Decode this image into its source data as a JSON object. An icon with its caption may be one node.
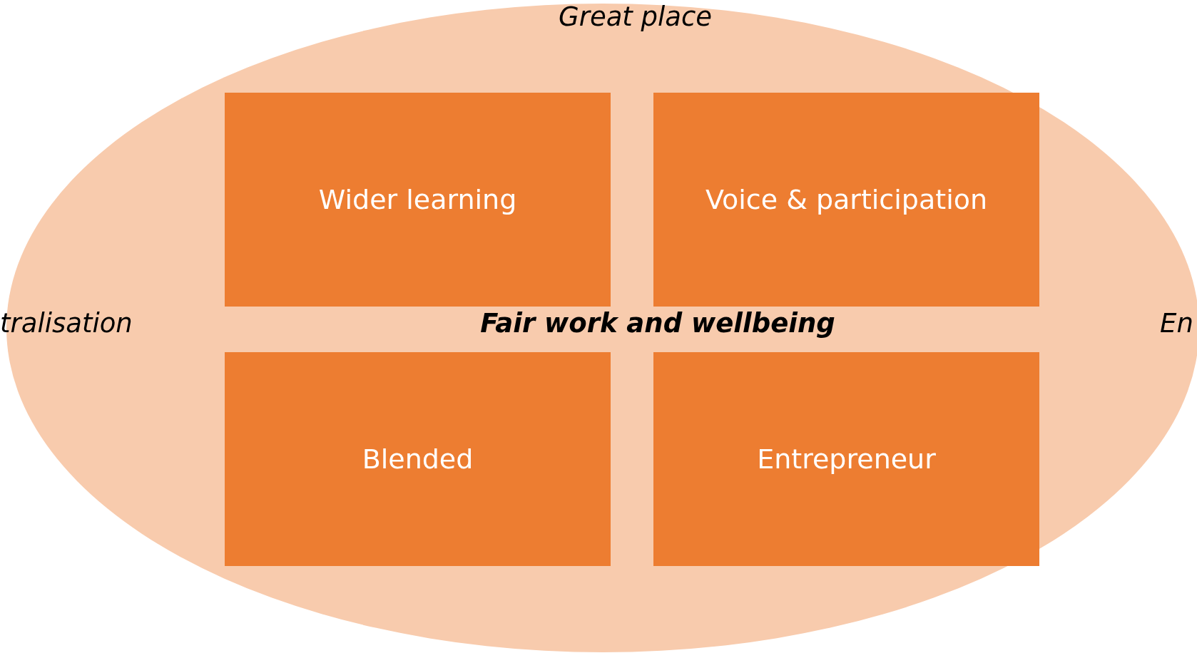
{
  "diagram": {
    "nodes": [
      {
        "text": [
          "Fair work and wellbeing"
        ]
      },
      {
        "text": [
          "Wider learning"
        ],
        "in": 0
      },
      {
        "text": [
          "Voice & participation"
        ],
        "in": 0
      },
      {
        "text": [
          "Blended"
        ],
        "in": 0
      },
      {
        "text": [
          "Entrepreneur"
        ],
        "in": 0
      }
    ],
    "labels": [
      "Great place",
      "tralisation",
      "En"
    ]
  }
}
